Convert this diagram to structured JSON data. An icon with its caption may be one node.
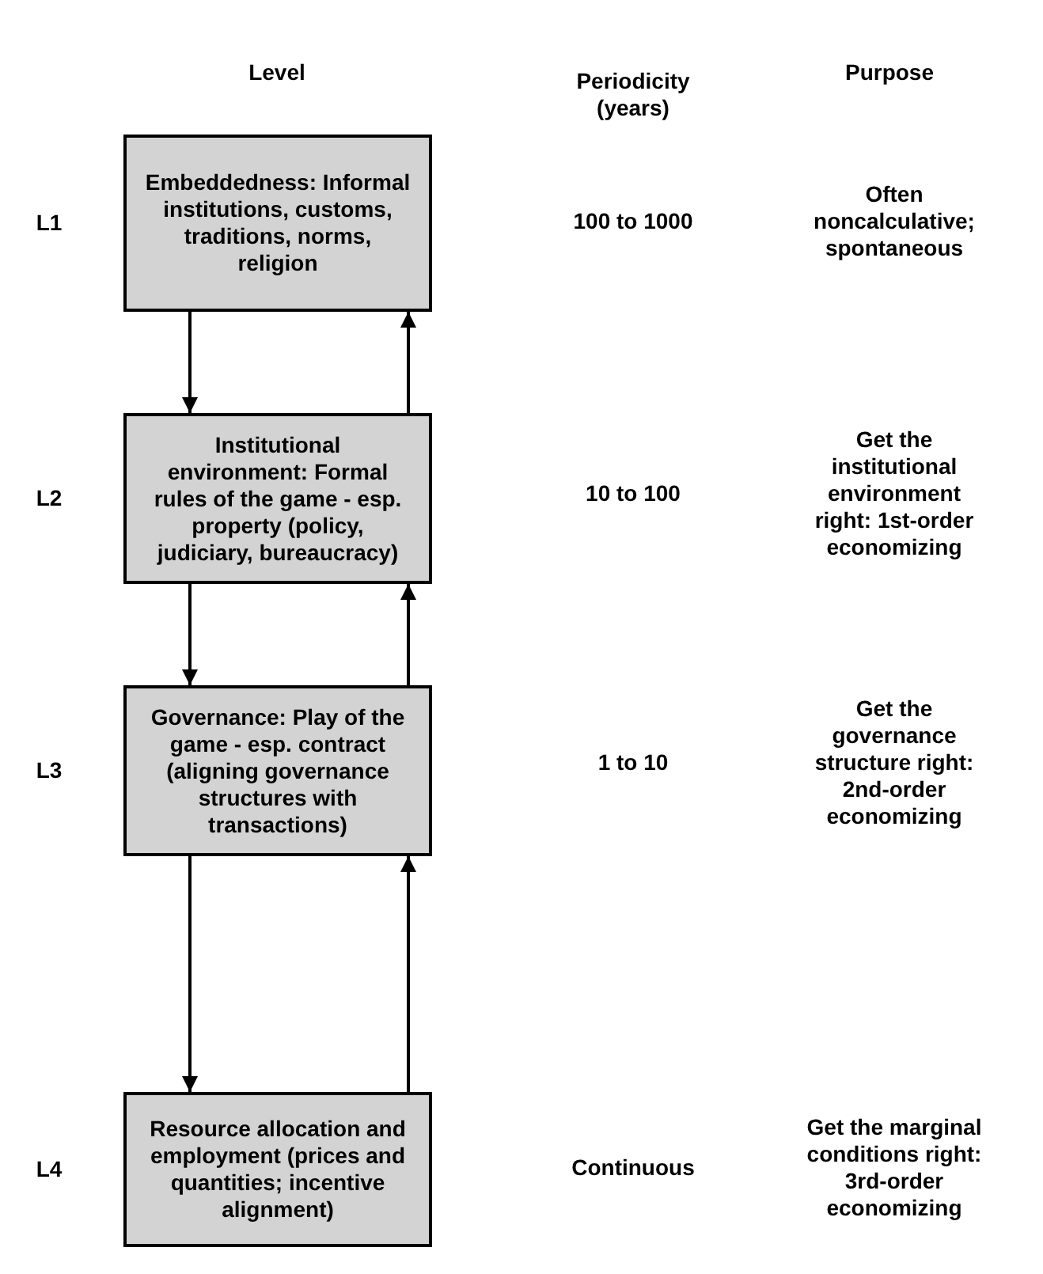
{
  "diagram": {
    "nodes": [
      {
        "text": [
          "Embeddedness: Informal institutions, customs, traditions, norms, religion"
        ],
        "beside": [
          "L1"
        ]
      },
      {
        "text": [
          "Institutional environment: Formal rules of the game - esp. property (policy, judiciary, bureaucracy)"
        ],
        "beside": [
          "L2"
        ]
      },
      {
        "text": [
          "Governance: Play of the game - esp. contract (aligning governance structures with transactions)"
        ],
        "beside": [
          "L3"
        ]
      },
      {
        "text": [
          "Resource allocation and employment (prices and quantities; incentive alignment)"
        ],
        "beside": [
          "L4"
        ]
      }
    ],
    "edges": [
      {
        "from": 0,
        "to": 1,
        "arrow": "to"
      },
      {
        "from": 1,
        "to": 0,
        "arrow": "to"
      },
      {
        "from": 1,
        "to": 2,
        "arrow": "to"
      },
      {
        "from": 2,
        "to": 1,
        "arrow": "to"
      },
      {
        "from": 2,
        "to": 3,
        "arrow": "to"
      },
      {
        "from": 3,
        "to": 2,
        "arrow": "to"
      }
    ],
    "labels": [
      "Level",
      "Periodicity (years)",
      "Purpose",
      "100 to 1000",
      "Often noncalculative; spontaneous",
      "10 to 100",
      "Get the institutional environment right: 1st-order economizing",
      "1 to 10",
      "Get the governance structure right: 2nd-order economizing",
      "Continuous",
      "Get the marginal conditions right: 3rd-order economizing"
    ]
  }
}
